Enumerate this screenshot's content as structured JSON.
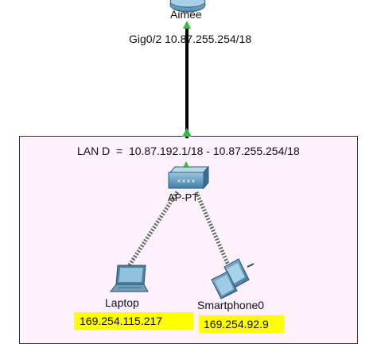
{
  "colors": {
    "lan_fill": "#fcf1fc",
    "lan_border": "#333333",
    "link": "#000000",
    "port_up": "#39b54a",
    "highlight": "#ffff00",
    "wireless": "#555555",
    "device_blue": "#5f9bbd"
  },
  "router": {
    "name": "Aimee",
    "icon": "router-icon"
  },
  "link": {
    "interface_label": "Gig0/2 10.87.255.254/18"
  },
  "lan": {
    "label": "LAN D  =  10.87.192.1/18 - 10.87.255.254/18"
  },
  "access_point": {
    "name": "AP-PT",
    "icon": "access-point-icon"
  },
  "devices": [
    {
      "name": "Laptop",
      "ip": "169.254.115.217",
      "icon": "laptop-icon"
    },
    {
      "name": "Smartphone0",
      "ip": "169.254.92.9",
      "icon": "smartphone-icon"
    }
  ]
}
